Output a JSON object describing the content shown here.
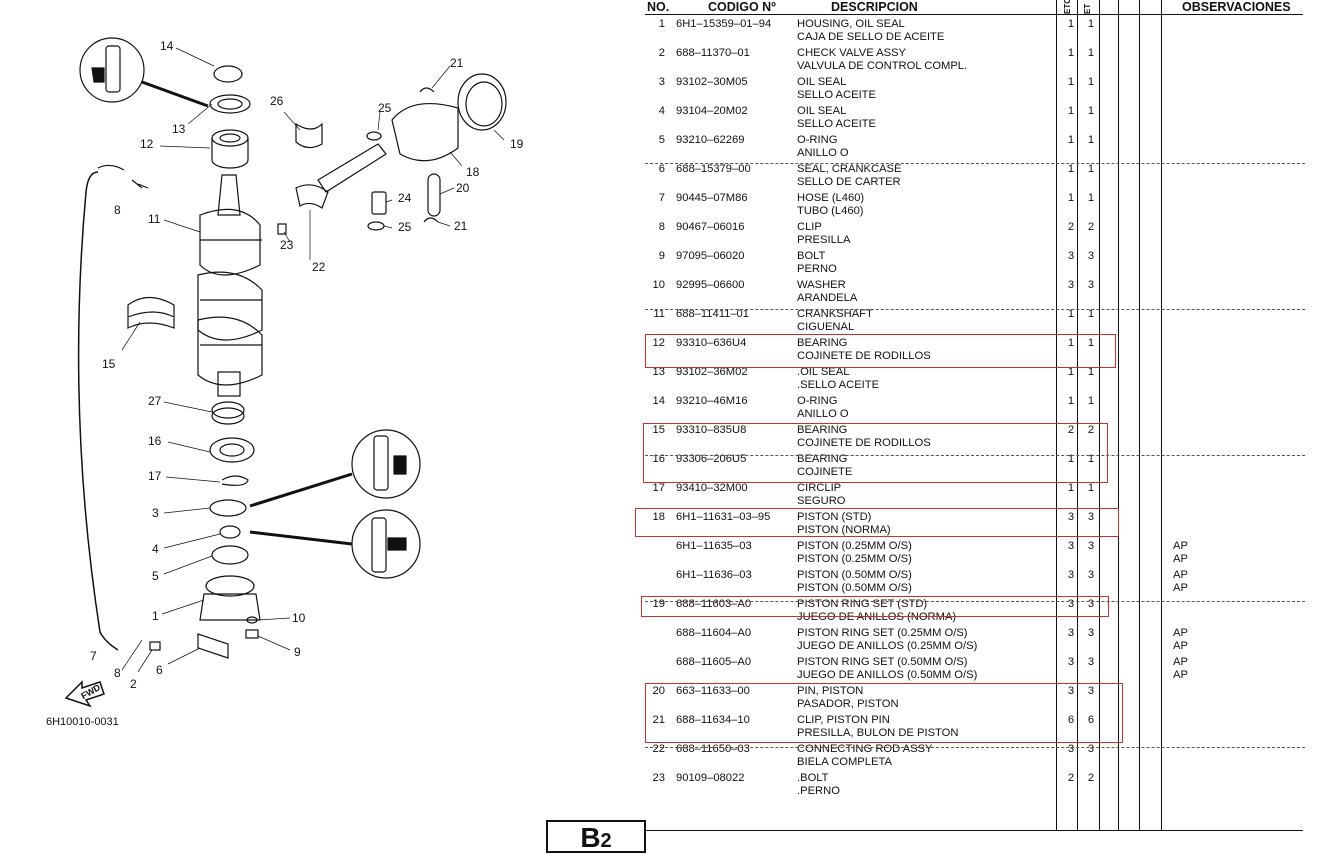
{
  "diagram": {
    "code": "6H10010-0031",
    "fwd_label": "FWD",
    "callouts": [
      "14",
      "13",
      "12",
      "11",
      "8",
      "26",
      "25",
      "23",
      "22",
      "21",
      "19",
      "18",
      "20",
      "24",
      "25",
      "21",
      "15",
      "27",
      "16",
      "17",
      "3",
      "4",
      "5",
      "1",
      "10",
      "9",
      "7",
      "8",
      "2",
      "6"
    ]
  },
  "table": {
    "headers": {
      "no": "NO.",
      "code": "CODIGO Nº",
      "desc": "DESCRIPCION",
      "etc": "ETC",
      "et": "ET",
      "obs": "OBSERVACIONES"
    },
    "rows": [
      {
        "no": "1",
        "code": "6H1–15359–01–94",
        "desc1": "HOUSING, OIL SEAL",
        "desc2": "CAJA  DE SELLO DE ACEITE",
        "q1": "1",
        "q2": "1",
        "obs1": "",
        "obs2": ""
      },
      {
        "no": "2",
        "code": "688–11370–01",
        "desc1": "CHECK VALVE ASSY",
        "desc2": "VALVULA DE CONTROL COMPL.",
        "q1": "1",
        "q2": "1",
        "obs1": "",
        "obs2": ""
      },
      {
        "no": "3",
        "code": "93102–30M05",
        "desc1": "OIL SEAL",
        "desc2": "SELLO ACEITE",
        "q1": "1",
        "q2": "1",
        "obs1": "",
        "obs2": ""
      },
      {
        "no": "4",
        "code": "93104–20M02",
        "desc1": "OIL SEAL",
        "desc2": "SELLO ACEITE",
        "q1": "1",
        "q2": "1",
        "obs1": "",
        "obs2": ""
      },
      {
        "no": "5",
        "code": "93210–62269",
        "desc1": "O-RING",
        "desc2": "ANILLO O",
        "q1": "1",
        "q2": "1",
        "obs1": "",
        "obs2": ""
      },
      {
        "no": "6",
        "code": "688–15379–00",
        "desc1": "SEAL, CRANKCASE",
        "desc2": "SELLO  DE CARTER",
        "q1": "1",
        "q2": "1",
        "obs1": "",
        "obs2": ""
      },
      {
        "no": "7",
        "code": "90445–07M86",
        "desc1": "HOSE (L460)",
        "desc2": "TUBO (L460)",
        "q1": "1",
        "q2": "1",
        "obs1": "",
        "obs2": ""
      },
      {
        "no": "8",
        "code": "90467–06016",
        "desc1": "CLIP",
        "desc2": "PRESILLA",
        "q1": "2",
        "q2": "2",
        "obs1": "",
        "obs2": ""
      },
      {
        "no": "9",
        "code": "97095–06020",
        "desc1": "BOLT",
        "desc2": "PERNO",
        "q1": "3",
        "q2": "3",
        "obs1": "",
        "obs2": ""
      },
      {
        "no": "10",
        "code": "92995–06600",
        "desc1": "WASHER",
        "desc2": "ARANDELA",
        "q1": "3",
        "q2": "3",
        "obs1": "",
        "obs2": ""
      },
      {
        "no": "11",
        "code": "688–11411–01",
        "desc1": "CRANKSHAFT",
        "desc2": "CIGUENAL",
        "q1": "1",
        "q2": "1",
        "obs1": "",
        "obs2": ""
      },
      {
        "no": "12",
        "code": "93310–636U4",
        "desc1": "BEARING",
        "desc2": "COJINETE DE RODILLOS",
        "q1": "1",
        "q2": "1",
        "obs1": "",
        "obs2": ""
      },
      {
        "no": "13",
        "code": "93102–36M02",
        "desc1": ".OIL SEAL",
        "desc2": ".SELLO ACEITE",
        "q1": "1",
        "q2": "1",
        "obs1": "",
        "obs2": ""
      },
      {
        "no": "14",
        "code": "93210–46M16",
        "desc1": "O-RING",
        "desc2": "ANILLO O",
        "q1": "1",
        "q2": "1",
        "obs1": "",
        "obs2": ""
      },
      {
        "no": "15",
        "code": "93310–835U8",
        "desc1": "BEARING",
        "desc2": "COJINETE DE RODILLOS",
        "q1": "2",
        "q2": "2",
        "obs1": "",
        "obs2": ""
      },
      {
        "no": "16",
        "code": "93306–206U5",
        "desc1": "BEARING",
        "desc2": "COJINETE",
        "q1": "1",
        "q2": "1",
        "obs1": "",
        "obs2": ""
      },
      {
        "no": "17",
        "code": "93410–32M00",
        "desc1": "CIRCLIP",
        "desc2": "SEGURO",
        "q1": "1",
        "q2": "1",
        "obs1": "",
        "obs2": ""
      },
      {
        "no": "18",
        "code": "6H1–11631–03–95",
        "desc1": "PISTON (STD)",
        "desc2": "PISTON (NORMA)",
        "q1": "3",
        "q2": "3",
        "obs1": "",
        "obs2": ""
      },
      {
        "no": "",
        "code": "6H1–11635–03",
        "desc1": "PISTON (0.25MM O/S)",
        "desc2": "PISTON (0.25MM O/S)",
        "q1": "3",
        "q2": "3",
        "obs1": "AP",
        "obs2": "AP"
      },
      {
        "no": "",
        "code": "6H1–11636–03",
        "desc1": "PISTON (0.50MM O/S)",
        "desc2": "PISTON (0.50MM O/S)",
        "q1": "3",
        "q2": "3",
        "obs1": "AP",
        "obs2": "AP"
      },
      {
        "no": "19",
        "code": "688–11603–A0",
        "desc1": "PISTON RING SET (STD)",
        "desc2": "JUEGO DE ANILLOS (NORMA)",
        "q1": "3",
        "q2": "3",
        "obs1": "",
        "obs2": ""
      },
      {
        "no": "",
        "code": "688–11604–A0",
        "desc1": "PISTON RING SET (0.25MM O/S)",
        "desc2": "JUEGO DE ANILLOS (0.25MM O/S)",
        "q1": "3",
        "q2": "3",
        "obs1": "AP",
        "obs2": "AP"
      },
      {
        "no": "",
        "code": "688–11605–A0",
        "desc1": "PISTON RING SET (0.50MM O/S)",
        "desc2": "JUEGO DE ANILLOS (0.50MM O/S)",
        "q1": "3",
        "q2": "3",
        "obs1": "AP",
        "obs2": "AP"
      },
      {
        "no": "20",
        "code": "663–11633–00",
        "desc1": "PIN, PISTON",
        "desc2": "PASADOR, PISTON",
        "q1": "3",
        "q2": "3",
        "obs1": "",
        "obs2": ""
      },
      {
        "no": "21",
        "code": "688–11634–10",
        "desc1": "CLIP, PISTON PIN",
        "desc2": "PRESILLA, BULON DE PISTON",
        "q1": "6",
        "q2": "6",
        "obs1": "",
        "obs2": ""
      },
      {
        "no": "22",
        "code": "688–11650–03",
        "desc1": "CONNECTING ROD ASSY",
        "desc2": "BIELA COMPLETA",
        "q1": "3",
        "q2": "3",
        "obs1": "",
        "obs2": ""
      },
      {
        "no": "23",
        "code": "90109–08022",
        "desc1": ".BOLT",
        "desc2": ".PERNO",
        "q1": "2",
        "q2": "2",
        "obs1": "",
        "obs2": ""
      }
    ]
  },
  "page_label": {
    "letter": "B",
    "number": "2"
  }
}
